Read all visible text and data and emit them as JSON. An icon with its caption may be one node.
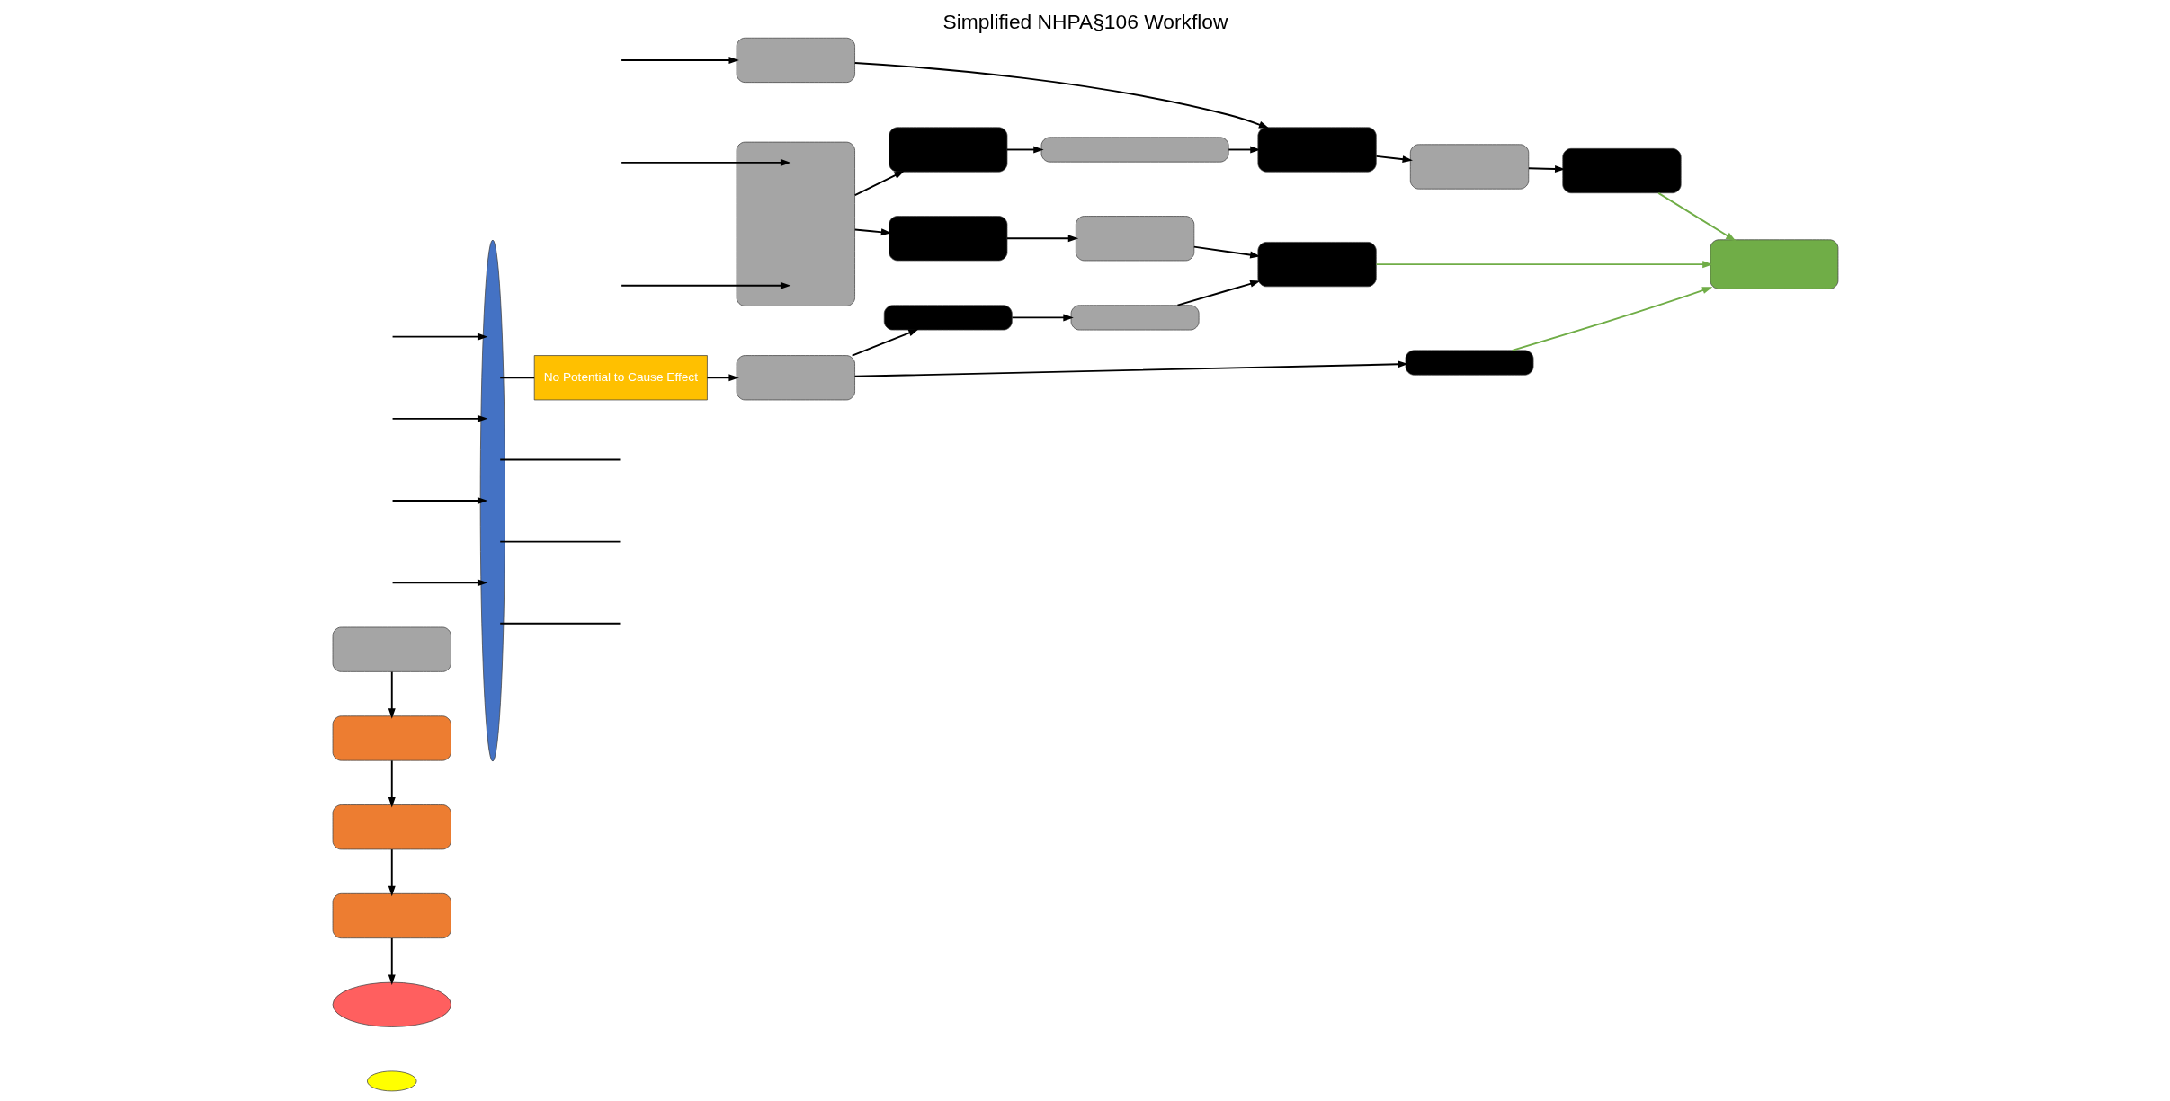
{
  "diagram": {
    "title": "Simplified NHPA§106 Workflow",
    "nodes": [
      {
        "text": [],
        "shape": "ellipse"
      },
      {
        "text": [],
        "shape": "box"
      },
      {
        "text": [],
        "shape": "box"
      },
      {
        "text": [],
        "shape": "box"
      },
      {
        "text": [],
        "shape": "box"
      },
      {
        "text": [],
        "shape": "ellipse"
      },
      {
        "text": [],
        "shape": "ellipse"
      },
      {
        "text": [
          "No Potential to Cause Effect"
        ]
      },
      {
        "text": [],
        "shape": "box"
      },
      {
        "text": [],
        "shape": "box"
      },
      {
        "text": [],
        "shape": "box"
      },
      {
        "text": [],
        "shape": "box"
      },
      {
        "text": [],
        "shape": "box"
      },
      {
        "text": [],
        "shape": "box"
      },
      {
        "text": [],
        "shape": "box"
      },
      {
        "text": [],
        "shape": "box"
      },
      {
        "text": [],
        "shape": "box"
      },
      {
        "text": [],
        "shape": "box"
      },
      {
        "text": [],
        "shape": "box"
      },
      {
        "text": [],
        "shape": "box"
      },
      {
        "text": [],
        "shape": "box"
      },
      {
        "text": [],
        "shape": "box"
      },
      {
        "text": [],
        "shape": "box"
      }
    ],
    "edges": [
      {
        "from": 1,
        "to": 2,
        "arrow": "to"
      },
      {
        "from": 2,
        "to": 3,
        "arrow": "to"
      },
      {
        "from": 3,
        "to": 4,
        "arrow": "to"
      },
      {
        "from": 4,
        "to": 5,
        "arrow": "to"
      },
      {
        "from": 6,
        "to": 7,
        "arrow": "none"
      },
      {
        "from": 6,
        "to": null,
        "arrow": "none"
      },
      {
        "from": 6,
        "to": null,
        "arrow": "none"
      },
      {
        "from": 6,
        "to": null,
        "arrow": "none"
      },
      {
        "from": null,
        "to": 6,
        "arrow": "to"
      },
      {
        "from": null,
        "to": 6,
        "arrow": "to"
      },
      {
        "from": null,
        "to": 6,
        "arrow": "to"
      },
      {
        "from": null,
        "to": 6,
        "arrow": "to"
      },
      {
        "from": 7,
        "to": 8,
        "arrow": "to"
      },
      {
        "from": null,
        "to": 14,
        "arrow": "to"
      },
      {
        "from": null,
        "to": 14,
        "arrow": "to"
      },
      {
        "from": null,
        "to": 20,
        "arrow": "to"
      },
      {
        "from": 8,
        "to": 9,
        "arrow": "to"
      },
      {
        "from": 8,
        "to": 10,
        "arrow": "to"
      },
      {
        "from": 9,
        "to": 11,
        "arrow": "to",
        "color": "#70ad47"
      },
      {
        "from": 10,
        "to": 12,
        "arrow": "to"
      },
      {
        "from": 12,
        "to": 13,
        "arrow": "to"
      },
      {
        "from": 13,
        "to": 11,
        "arrow": "to",
        "color": "#70ad47"
      },
      {
        "from": 14,
        "to": 15,
        "arrow": "to"
      },
      {
        "from": 14,
        "to": 17,
        "arrow": "to"
      },
      {
        "from": 15,
        "to": 16,
        "arrow": "to"
      },
      {
        "from": 16,
        "to": 13,
        "arrow": "to"
      },
      {
        "from": 17,
        "to": 19,
        "arrow": "to"
      },
      {
        "from": 19,
        "to": 21,
        "arrow": "to"
      },
      {
        "from": 20,
        "to": 21,
        "arrow": "to"
      },
      {
        "from": 21,
        "to": 22,
        "arrow": "to"
      },
      {
        "from": 22,
        "to": 18,
        "arrow": "to"
      },
      {
        "from": 18,
        "to": 11,
        "arrow": "to",
        "color": "#70ad47"
      }
    ]
  }
}
